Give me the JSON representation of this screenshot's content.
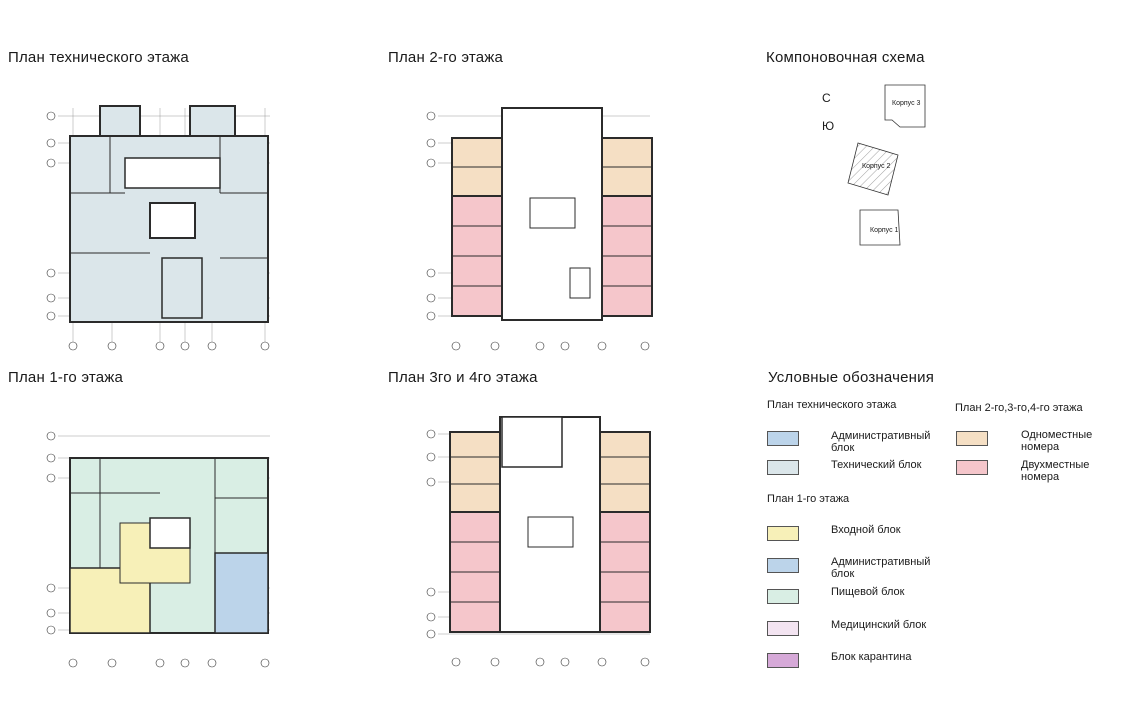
{
  "titles": {
    "technical": "План технического этажа",
    "floor2": "План 2-го этажа",
    "layout": "Компоновочная схема",
    "floor1": "План 1-го этажа",
    "floor34": "План 3го и 4го этажа",
    "legend": "Условные обозначения"
  },
  "layout_scheme": {
    "north": "С",
    "south": "Ю",
    "building1": "Корпус 1",
    "building2": "Корпус 2",
    "building3": "Корпус 3"
  },
  "legend": {
    "technical_heading": "План технического этажа",
    "floor1_heading": "План 1-го этажа",
    "floors234_heading": "План 2-го,3-го,4-го этажа",
    "technical_items": [
      {
        "label": "Административный блок",
        "color": "#bcd4ea"
      },
      {
        "label": "Технический блок",
        "color": "#dbe6ea"
      }
    ],
    "floor1_items": [
      {
        "label": "Входной блок",
        "color": "#f7f0b8"
      },
      {
        "label": "Административный блок",
        "color": "#bcd4ea"
      },
      {
        "label": "Пищевой блок",
        "color": "#d9eee4"
      },
      {
        "label": "Медицинский блок",
        "color": "#f3e4f1"
      },
      {
        "label": "Блок карантина",
        "color": "#d6a9d8"
      }
    ],
    "rooms_items": [
      {
        "label": "Одноместные номера",
        "color": "#f5dfc4"
      },
      {
        "label": "Двухместные номера",
        "color": "#f5c6cb"
      }
    ]
  },
  "colors": {
    "technical_fill": "#dbe6ea",
    "entry_fill": "#f7f0b8",
    "admin_fill": "#bcd4ea",
    "food_fill": "#d9eee4",
    "single_fill": "#f5dfc4",
    "double_fill": "#f5c6cb",
    "wall": "#2b2b2b"
  }
}
